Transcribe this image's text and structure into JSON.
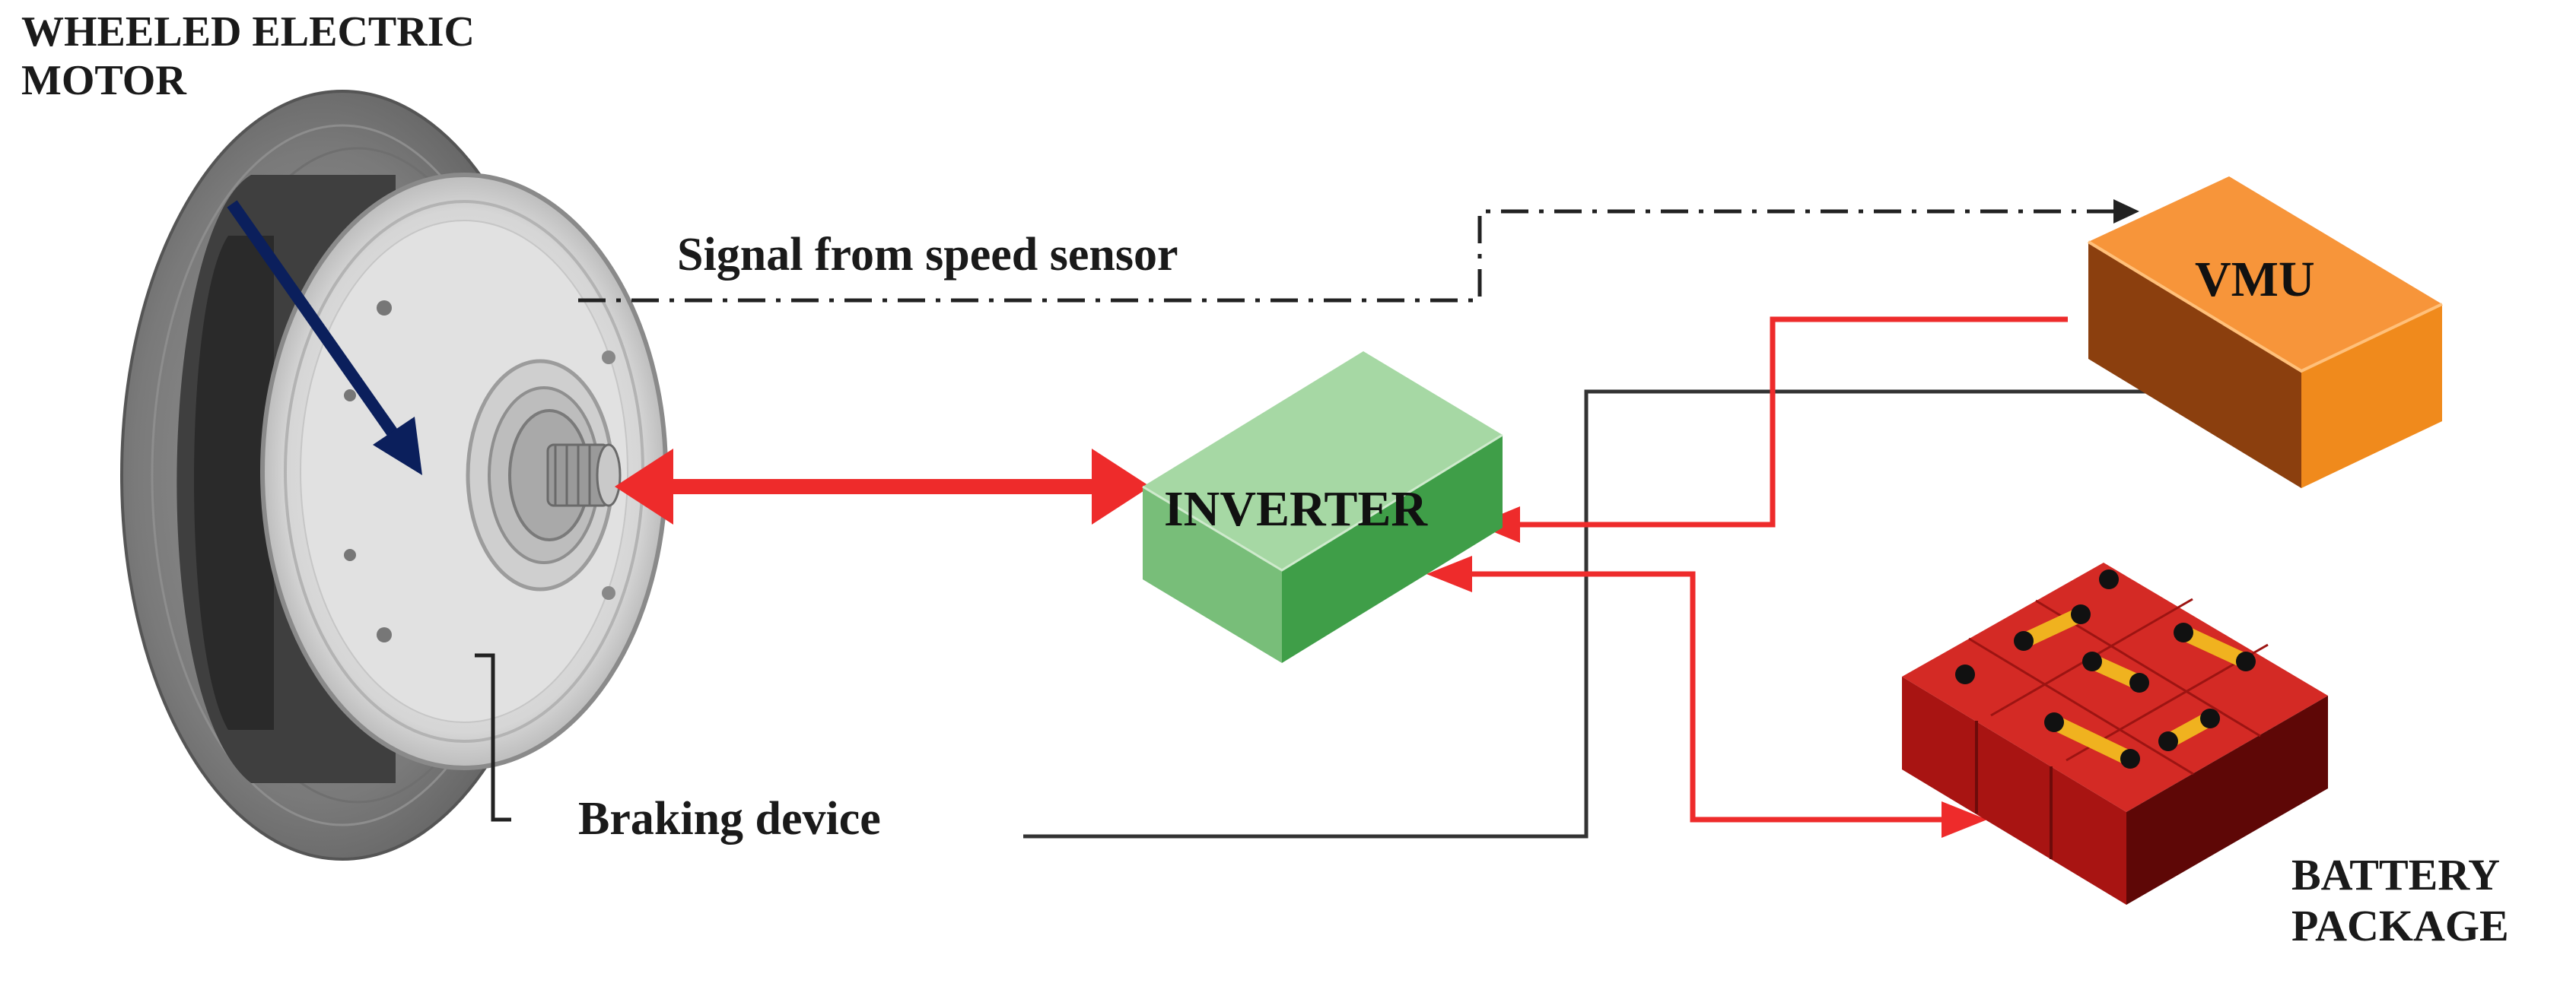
{
  "labels": {
    "motor_line1": "WHEELED ELECTRIC",
    "motor_line2": "MOTOR",
    "speed_signal": "Signal from speed sensor",
    "braking": "Braking device",
    "inverter": "INVERTER",
    "vmu": "VMU",
    "battery_line1": "BATTERY",
    "battery_line2": "PACKAGE"
  },
  "colors": {
    "power_line": "#ee2b2b",
    "control_line": "#333333",
    "pointer_arrow": "#0b1f5c",
    "inverter_box": "#5fb564",
    "vmu_box": "#f28a1c",
    "battery_box": "#c41a18",
    "battery_terminal": "#f0b21f"
  }
}
